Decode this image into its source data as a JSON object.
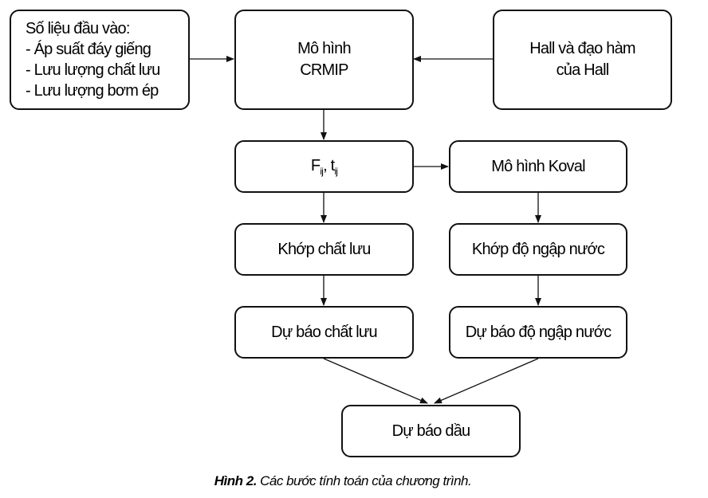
{
  "nodes": {
    "input": {
      "title": "Số liệu đầu vào:",
      "items": [
        "- Áp suất đáy giếng",
        "- Lưu lượng chất lưu",
        "- Lưu lượng bơm ép"
      ]
    },
    "crmip": {
      "line1": "Mô hình",
      "line2": "CRMIP"
    },
    "hall": {
      "line1": "Hall và đạo hàm",
      "line2": "của Hall"
    },
    "fij": {
      "f": "F",
      "f_sub": "ij",
      "sep": ", ",
      "t": "t",
      "t_sub": "ij"
    },
    "koval": {
      "label": "Mô hình Koval"
    },
    "fluid_match": {
      "label": "Khớp chất lưu"
    },
    "water_match": {
      "label": "Khớp độ ngập nước"
    },
    "fluid_forecast": {
      "label": "Dự báo chất lưu"
    },
    "water_forecast": {
      "label": "Dự báo độ ngập nước"
    },
    "oil_forecast": {
      "label": "Dự báo dầu"
    }
  },
  "caption": {
    "label": "Hình 2.",
    "text": " Các bước tính toán của chương trình."
  }
}
